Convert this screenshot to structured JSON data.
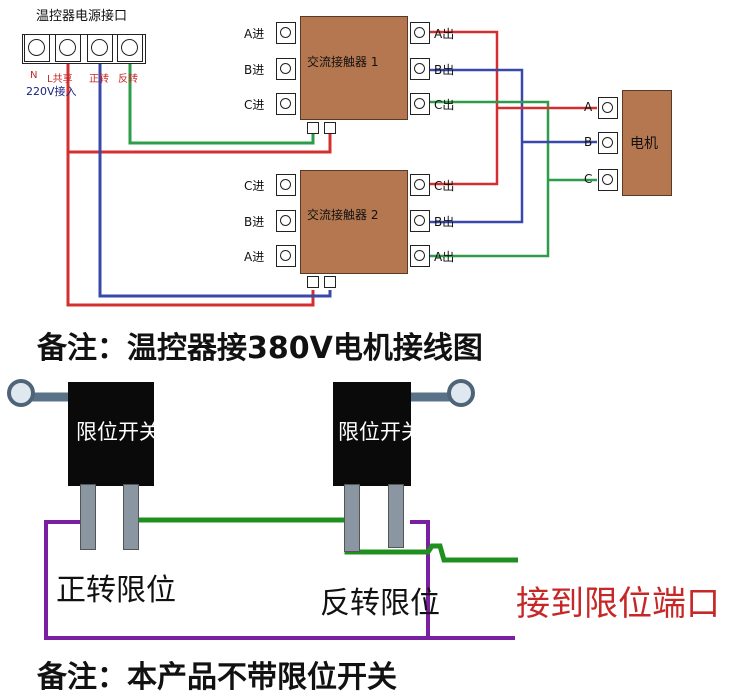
{
  "top_diagram": {
    "power_title": "温控器电源接口",
    "power_terms": [
      "N",
      "L共享",
      "正转",
      "反转"
    ],
    "power_voltage": "220V接入",
    "contactor1": {
      "name": "交流接触器 1",
      "in": [
        "A进",
        "B进",
        "C进"
      ],
      "out": [
        "A出",
        "B出",
        "C出"
      ]
    },
    "contactor2": {
      "name": "交流接触器 2",
      "in": [
        "C进",
        "B进",
        "A进"
      ],
      "out": [
        "C出",
        "B出",
        "A出"
      ]
    },
    "motor": {
      "name": "电机",
      "phases": [
        "A",
        "B",
        "C"
      ]
    },
    "note": "备注：温控器接380V电机接线图"
  },
  "bottom_diagram": {
    "switch_label": "限位开关",
    "forward_label": "正转限位",
    "reverse_label": "反转限位",
    "port_label": "接到限位端口",
    "note": "备注：本产品不带限位开关"
  },
  "colors": {
    "red": "#d32f2f",
    "blue": "#3949ab",
    "green": "#2e9d4a",
    "purple": "#7b1fa2",
    "contactor": "#b5774f"
  }
}
